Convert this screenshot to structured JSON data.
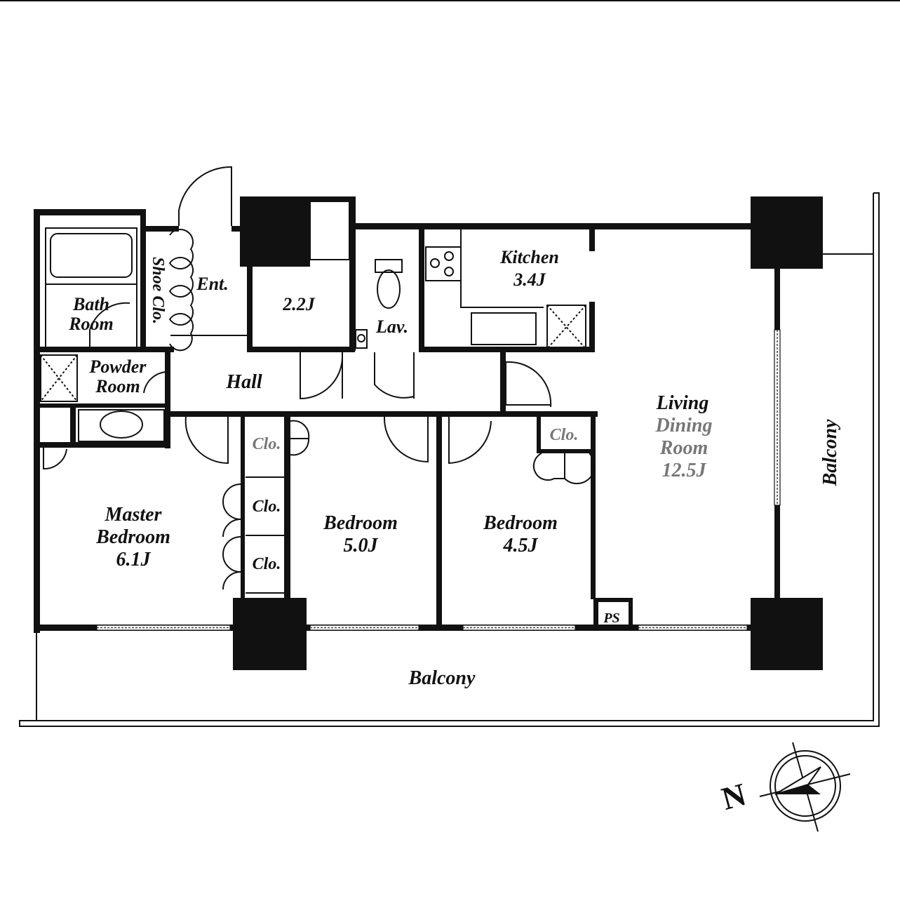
{
  "rooms": {
    "bath": [
      "Bath",
      "Room"
    ],
    "powder": [
      "Powder",
      "Room"
    ],
    "shoe_closet": "Shoe Clo.",
    "entrance": "Ent.",
    "storage": "2.2J",
    "lavatory": "Lav.",
    "kitchen": [
      "Kitchen",
      "3.4J"
    ],
    "hall": "Hall",
    "living": [
      "Living",
      "Dining",
      "Room",
      "12.5J"
    ],
    "master_bedroom": [
      "Master",
      "Bedroom",
      "6.1J"
    ],
    "bedroom_1": [
      "Bedroom",
      "5.0J"
    ],
    "bedroom_2": [
      "Bedroom",
      "4.5J"
    ],
    "closet_1": "Clo.",
    "closet_2": "Clo.",
    "closet_3": "Clo.",
    "closet_4": "Clo.",
    "pipe_space": "PS",
    "balcony_south": "Balcony",
    "balcony_east": "Balcony"
  },
  "compass": {
    "north_label": "N"
  }
}
